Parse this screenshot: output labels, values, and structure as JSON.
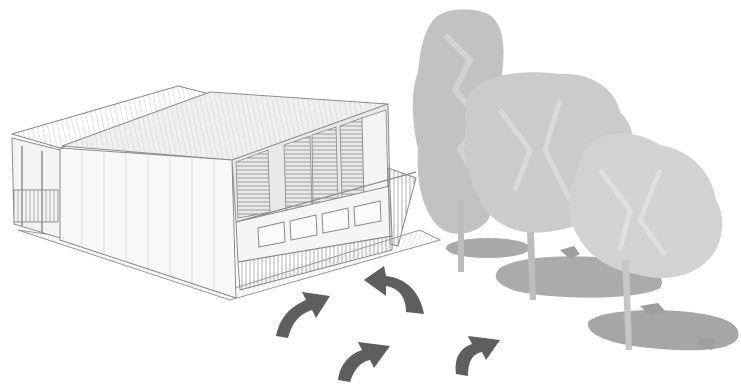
{
  "illustration": {
    "style": "monochrome architectural sketch",
    "elements": [
      "house",
      "verandah",
      "louvred-screen",
      "trees",
      "tree-shadows",
      "breeze-arrows"
    ],
    "arrow_count": 4,
    "tree_count": 3
  },
  "colors": {
    "background": "#ffffff",
    "line": "#6f6f6f",
    "wall": "#f7f7f7",
    "roof": "#ededed",
    "tree_dark": "#bdbdbd",
    "tree_mid": "#c9c9c9",
    "tree_light": "#d6d6d6",
    "shadow": "#a9a9a9",
    "arrow": "#5f5f5f"
  }
}
